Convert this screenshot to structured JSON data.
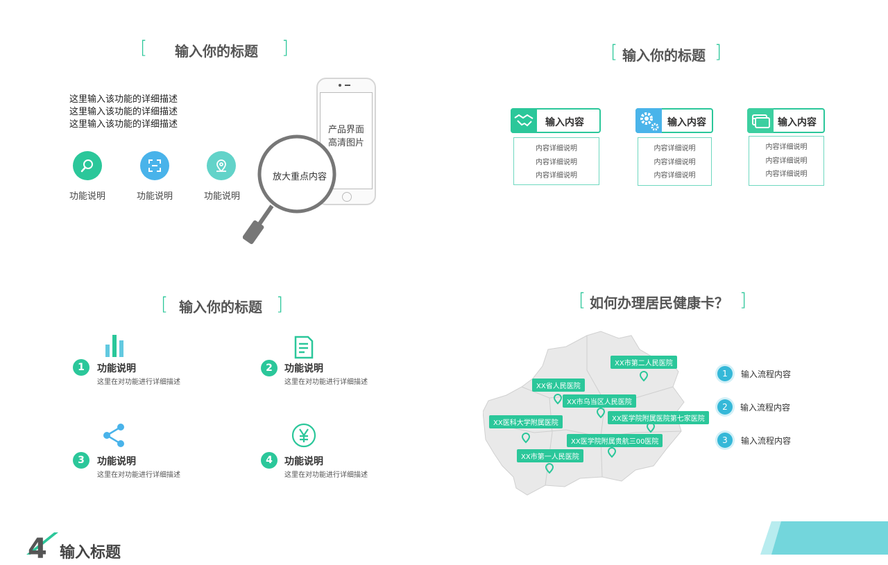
{
  "s1": {
    "title": "输入你的标题",
    "desc": [
      "这里输入该功能的详细描述",
      "这里输入该功能的详细描述",
      "这里输入该功能的详细描述"
    ],
    "features": [
      {
        "label": "功能说明",
        "icon": "search-icon",
        "color": "#2bc79a"
      },
      {
        "label": "功能说明",
        "icon": "scan-icon",
        "color": "#49b3ea"
      },
      {
        "label": "功能说明",
        "icon": "location-icon",
        "color": "#62d3c9"
      }
    ],
    "phone_text": [
      "产品界面",
      "高清图片"
    ],
    "magnifier_text": "放大重点内容"
  },
  "s2": {
    "title": "输入你的标题",
    "cards": [
      {
        "title": "输入内容",
        "icon": "handshake-icon",
        "icon_color": "#2bc79a",
        "lines": [
          "内容详细说明",
          "内容详细说明",
          "内容详细说明"
        ]
      },
      {
        "title": "输入内容",
        "icon": "gears-icon",
        "icon_color": "#4ab4ea",
        "lines": [
          "内容详细说明",
          "内容详细说明",
          "内容详细说明"
        ]
      },
      {
        "title": "输入内容",
        "icon": "card-icon",
        "icon_color": "#3ccfa0",
        "lines": [
          "内容详细说明",
          "内容详细说明",
          "内容详细说明"
        ]
      }
    ]
  },
  "s3": {
    "title": "输入你的标题",
    "items": [
      {
        "num": "1",
        "title": "功能说明",
        "desc": "这里在对功能进行详细描述",
        "icon": "bar-chart-icon"
      },
      {
        "num": "2",
        "title": "功能说明",
        "desc": "这里在对功能进行详细描述",
        "icon": "document-icon"
      },
      {
        "num": "3",
        "title": "功能说明",
        "desc": "这里在对功能进行详细描述",
        "icon": "share-icon"
      },
      {
        "num": "4",
        "title": "功能说明",
        "desc": "这里在对功能进行详细描述",
        "icon": "yen-icon"
      }
    ]
  },
  "s4": {
    "title": "如何办理居民健康卡？",
    "map_labels": [
      "XX市第二人民医院",
      "XX省人民医院",
      "XX市乌当区人民医院",
      "XX医学院附属医院第七家医院",
      "XX医科大学附属医院",
      "XX医学院附属贵航三00医院",
      "XX市第一人民医院"
    ],
    "steps": [
      {
        "num": "1",
        "text": "输入流程内容"
      },
      {
        "num": "2",
        "text": "输入流程内容"
      },
      {
        "num": "3",
        "text": "输入流程内容"
      }
    ]
  },
  "footer": {
    "num": "4",
    "title": "输入标题"
  },
  "colors": {
    "accent": "#2bc79a",
    "blue": "#35b8d8",
    "gray": "#777777"
  }
}
